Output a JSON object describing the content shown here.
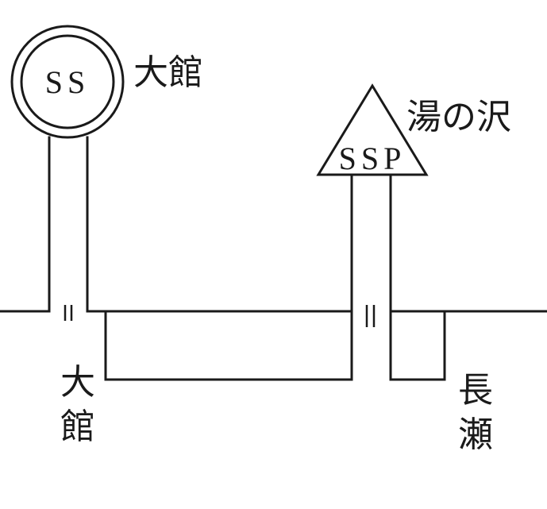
{
  "labels": {
    "ss_code": "SS",
    "ss_name": "大館",
    "ssp_code": "SSP",
    "ssp_name": "湯の沢",
    "left_junction_line1": "大",
    "left_junction_line2": "館",
    "right_junction_line1": "長",
    "right_junction_line2": "瀬"
  },
  "colors": {
    "ink": "#1a1a1a",
    "paper": "#ffffff"
  }
}
